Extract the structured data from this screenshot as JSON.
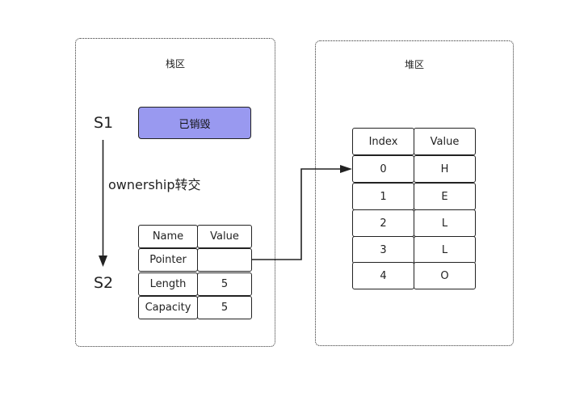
{
  "stack": {
    "title": "栈区",
    "s1_label": "S1",
    "s2_label": "S2",
    "dropped_label": "已销毁",
    "transfer_label": "ownership转交",
    "table": {
      "headers": [
        "Name",
        "Value"
      ],
      "rows": [
        [
          "Pointer",
          ""
        ],
        [
          "Length",
          "5"
        ],
        [
          "Capacity",
          "5"
        ]
      ]
    }
  },
  "heap": {
    "title": "堆区",
    "table": {
      "headers": [
        "Index",
        "Value"
      ],
      "rows": [
        [
          "0",
          "H"
        ],
        [
          "1",
          "E"
        ],
        [
          "2",
          "L"
        ],
        [
          "3",
          "L"
        ],
        [
          "4",
          "O"
        ]
      ]
    }
  }
}
